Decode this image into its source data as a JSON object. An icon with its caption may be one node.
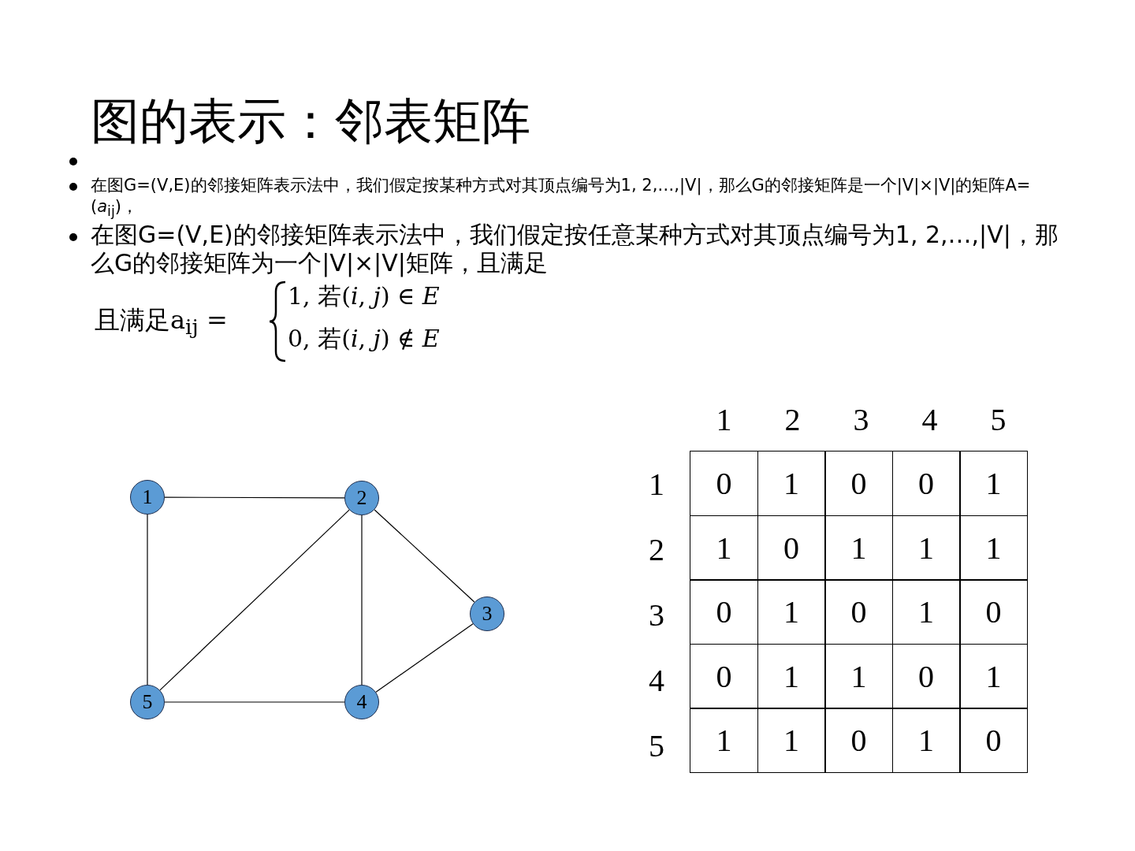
{
  "diagram": {
    "title": "图的表示：邻表矩阵",
    "nodes": [
      {
        "text": [
          "1"
        ]
      },
      {
        "text": [
          "2"
        ]
      },
      {
        "text": [
          "3"
        ]
      },
      {
        "text": [
          "4"
        ]
      },
      {
        "text": [
          "5"
        ]
      }
    ],
    "edges": [
      {
        "from": 0,
        "to": 1,
        "arrow": "none"
      },
      {
        "from": 0,
        "to": 4,
        "arrow": "none"
      },
      {
        "from": 1,
        "to": 4,
        "arrow": "none"
      },
      {
        "from": 1,
        "to": 3,
        "arrow": "none"
      },
      {
        "from": 1,
        "to": 2,
        "arrow": "none"
      },
      {
        "from": 2,
        "to": 3,
        "arrow": "none"
      },
      {
        "from": 4,
        "to": 3,
        "arrow": "none"
      }
    ],
    "labels": [
      "在图G=(V,E)的邻接矩阵表示法中，我们假定按某种方式对其顶点编号为1, 2,…,|V|，那么G的邻接矩阵是一个|V|×|V|的矩阵A=(*a*$_{ij}$)，",
      "在图G=(V,E)的邻接矩阵表示法中，我们假定按任意某种方式对其顶点编号为1, 2,…,|V|，那么G的邻接矩阵为一个|V|×|V|矩阵，且满足",
      "且满足a$_{ij}$ =",
      "1, 若(*i*, *j*) ∈ *E*",
      "0, 若(*i*, *j*) ∉ *E*",
      "1",
      "2",
      "3",
      "4",
      "5",
      "1",
      "0",
      "1",
      "0",
      "0",
      "1",
      "2",
      "1",
      "0",
      "1",
      "1",
      "1",
      "3",
      "0",
      "1",
      "0",
      "1",
      "0",
      "4",
      "0",
      "1",
      "1",
      "0",
      "1",
      "5",
      "1",
      "1",
      "0",
      "1",
      "0"
    ]
  }
}
